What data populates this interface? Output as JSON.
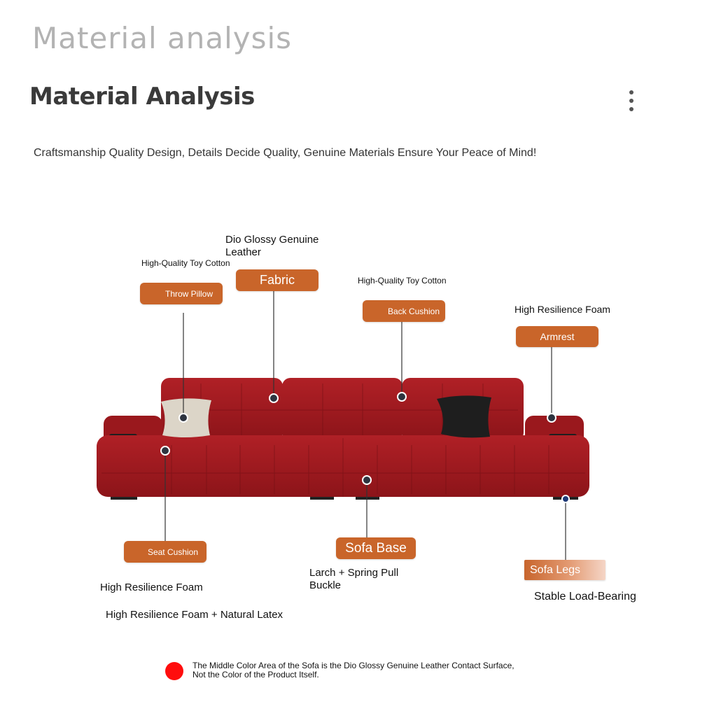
{
  "page_heading": "Material analysis",
  "card": {
    "title": "Material Analysis",
    "subtitle": "Craftsmanship Quality Design, Details Decide Quality, Genuine Materials Ensure Your Peace of Mind!"
  },
  "menu_icon": "more-vertical-icon",
  "callouts": {
    "throw_pillow": {
      "label": "Throw Pillow",
      "material": "High-Quality Toy Cotton"
    },
    "fabric": {
      "label": "Fabric",
      "material": "Dio Glossy Genuine Leather"
    },
    "back_cushion": {
      "label": "Back Cushion",
      "material": "High-Quality Toy Cotton"
    },
    "armrest": {
      "label": "Armrest",
      "material": "High Resilience Foam"
    },
    "seat_cushion": {
      "label": "Seat Cushion",
      "material_1": "High Resilience Foam",
      "material_2": "High Resilience Foam + Natural Latex"
    },
    "sofa_base": {
      "label": "Sofa Base",
      "material": "Larch + Spring Pull Buckle"
    },
    "sofa_legs": {
      "label": "Sofa Legs",
      "material": "Stable Load-Bearing"
    }
  },
  "colors": {
    "tag_orange": "#c9652a",
    "leather_red": "#a11a1f",
    "swatch_red": "#ff0d0d"
  },
  "footnote": {
    "line1": "The Middle Color Area of the Sofa is the Dio Glossy Genuine Leather Contact Surface,",
    "line2": "Not the Color of the Product Itself."
  }
}
